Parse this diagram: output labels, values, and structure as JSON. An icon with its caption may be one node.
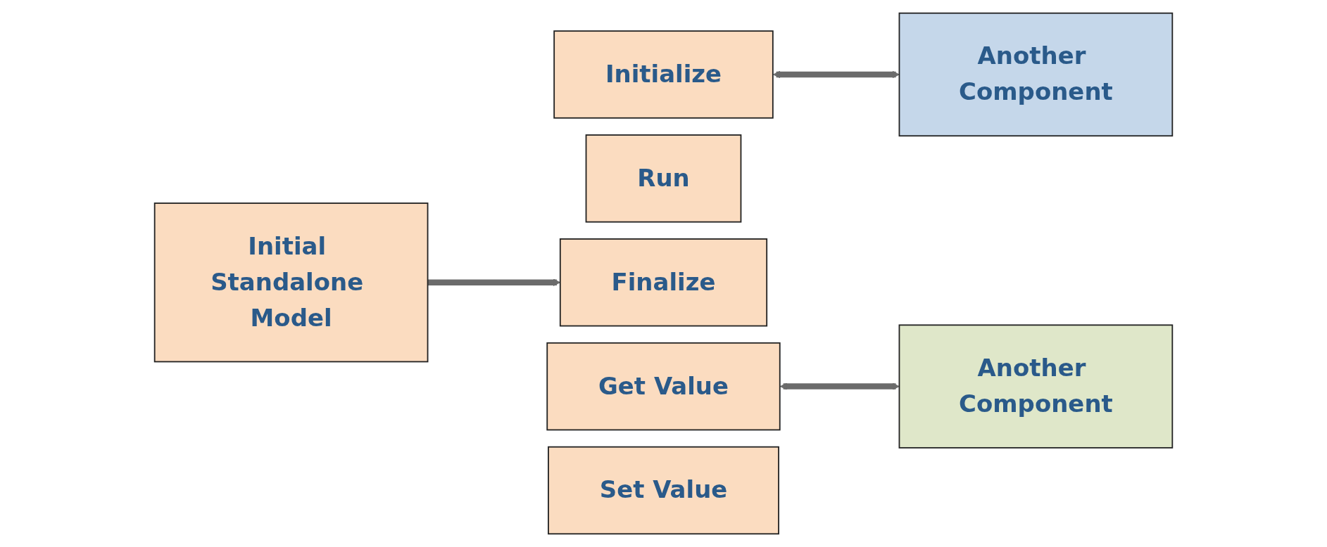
{
  "diagram": {
    "nodes": [
      {
        "text": [
          "Initial Standalone Model"
        ]
      },
      {
        "text": [
          "Initialize"
        ]
      },
      {
        "text": [
          "Run"
        ]
      },
      {
        "text": [
          "Finalize"
        ]
      },
      {
        "text": [
          "Get Value"
        ]
      },
      {
        "text": [
          "Set Value"
        ]
      },
      {
        "text": [
          "Another Component"
        ]
      },
      {
        "text": [
          "Another Component"
        ]
      }
    ],
    "edges": [
      {
        "from": 0,
        "to": 3,
        "arrow": "to"
      },
      {
        "from": 1,
        "to": 6,
        "arrow": "both"
      },
      {
        "from": 4,
        "to": 7,
        "arrow": "both"
      }
    ]
  }
}
